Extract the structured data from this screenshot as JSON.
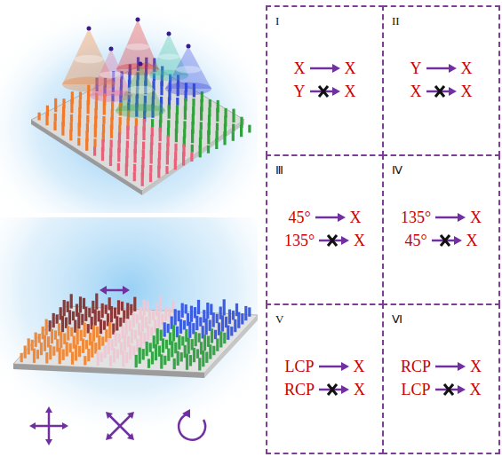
{
  "diagram": {
    "nodes": [
      {
        "text": [
          "I",
          "X",
          "X",
          "Y",
          "X"
        ]
      },
      {
        "text": [
          "II",
          "Y",
          "X",
          "X",
          "X"
        ]
      },
      {
        "text": [
          "Ⅲ",
          "45°",
          "X",
          "135°",
          "X"
        ]
      },
      {
        "text": [
          "Ⅳ",
          "135°",
          "X",
          "45°",
          "X"
        ]
      },
      {
        "text": [
          "V",
          "LCP",
          "X",
          "RCP",
          "X"
        ]
      },
      {
        "text": [
          "Ⅵ",
          "RCP",
          "X",
          "LCP",
          "X"
        ]
      }
    ]
  }
}
